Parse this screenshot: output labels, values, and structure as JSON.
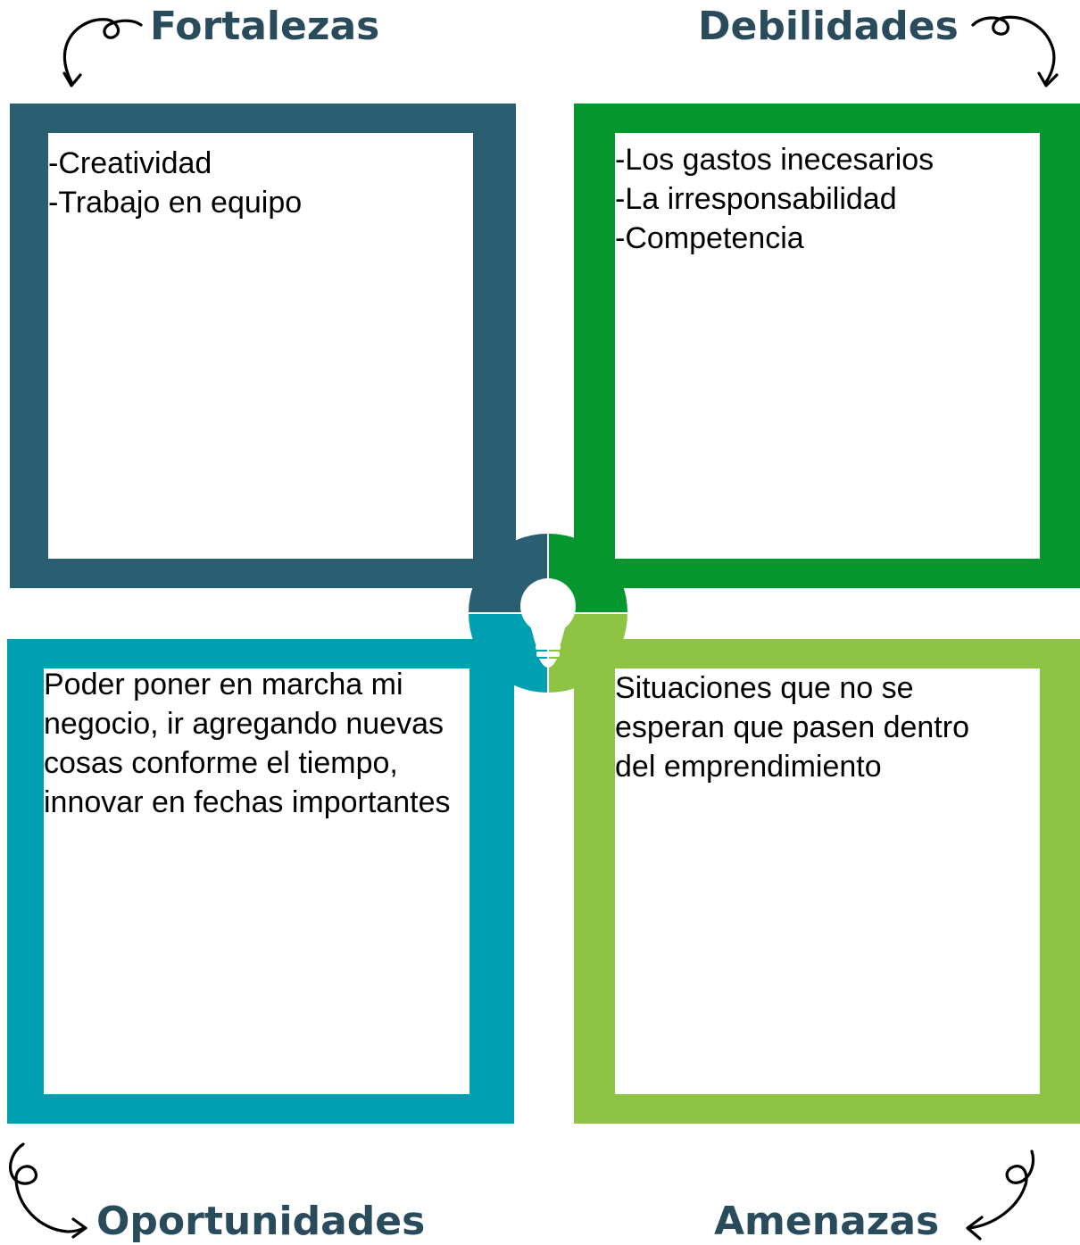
{
  "swot": {
    "fortalezas": {
      "title": "Fortalezas",
      "items": [
        "-Creatividad",
        "-Trabajo en equipo"
      ],
      "color": "#2a5f72"
    },
    "debilidades": {
      "title": "Debilidades",
      "items": [
        "-Los gastos inecesarios",
        "-La irresponsabilidad",
        "-Competencia"
      ],
      "color": "#05962e"
    },
    "oportunidades": {
      "title": "Oportunidades",
      "lines": [
        "Poder poner en marcha mi",
        "negocio, ir agregando nuevas",
        "cosas conforme el tiempo,",
        "innovar en fechas importantes"
      ],
      "color": "#00a0b0"
    },
    "amenazas": {
      "title": "Amenazas",
      "lines": [
        "Situaciones que no se",
        "esperan que pasen dentro",
        "del emprendimiento"
      ],
      "color": "#8ec344"
    },
    "center_icon": "lightbulb-icon",
    "title_color": "#2a4b5b"
  }
}
